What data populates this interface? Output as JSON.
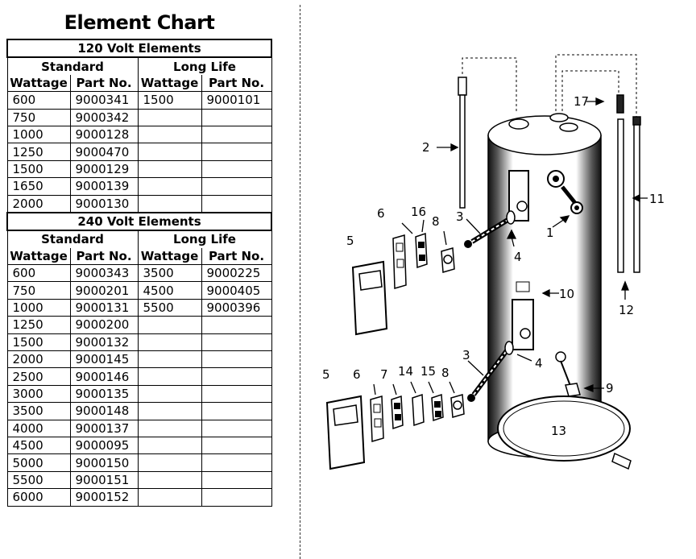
{
  "title": "Element Chart",
  "sec120": "120 Volt Elements",
  "sec240": "240 Volt Elements",
  "hdr": {
    "standard": "Standard",
    "long_life": "Long Life",
    "wattage": "Wattage",
    "part_no": "Part No."
  },
  "rows120": [
    [
      "600",
      "9000341",
      "1500",
      "9000101"
    ],
    [
      "750",
      "9000342",
      "",
      ""
    ],
    [
      "1000",
      "9000128",
      "",
      ""
    ],
    [
      "1250",
      "9000470",
      "",
      ""
    ],
    [
      "1500",
      "9000129",
      "",
      ""
    ],
    [
      "1650",
      "9000139",
      "",
      ""
    ],
    [
      "2000",
      "9000130",
      "",
      ""
    ]
  ],
  "rows240": [
    [
      "600",
      "9000343",
      "3500",
      "9000225"
    ],
    [
      "750",
      "9000201",
      "4500",
      "9000405"
    ],
    [
      "1000",
      "9000131",
      "5500",
      "9000396"
    ],
    [
      "1250",
      "9000200",
      "",
      ""
    ],
    [
      "1500",
      "9000132",
      "",
      ""
    ],
    [
      "2000",
      "9000145",
      "",
      ""
    ],
    [
      "2500",
      "9000146",
      "",
      ""
    ],
    [
      "3000",
      "9000135",
      "",
      ""
    ],
    [
      "3500",
      "9000148",
      "",
      ""
    ],
    [
      "4000",
      "9000137",
      "",
      ""
    ],
    [
      "4500",
      "9000095",
      "",
      ""
    ],
    [
      "5000",
      "9000150",
      "",
      ""
    ],
    [
      "5500",
      "9000151",
      "",
      ""
    ],
    [
      "6000",
      "9000152",
      "",
      ""
    ]
  ],
  "labels": {
    "l1": "1",
    "l2": "2",
    "l3a": "3",
    "l3b": "3",
    "l4a": "4",
    "l4b": "4",
    "l5a": "5",
    "l5b": "5",
    "l6a": "6",
    "l6b": "6",
    "l7": "7",
    "l8a": "8",
    "l8b": "8",
    "l9": "9",
    "l10": "10",
    "l11": "11",
    "l12": "12",
    "l13": "13",
    "l14": "14",
    "l15": "15",
    "l16": "16",
    "l17": "17"
  }
}
